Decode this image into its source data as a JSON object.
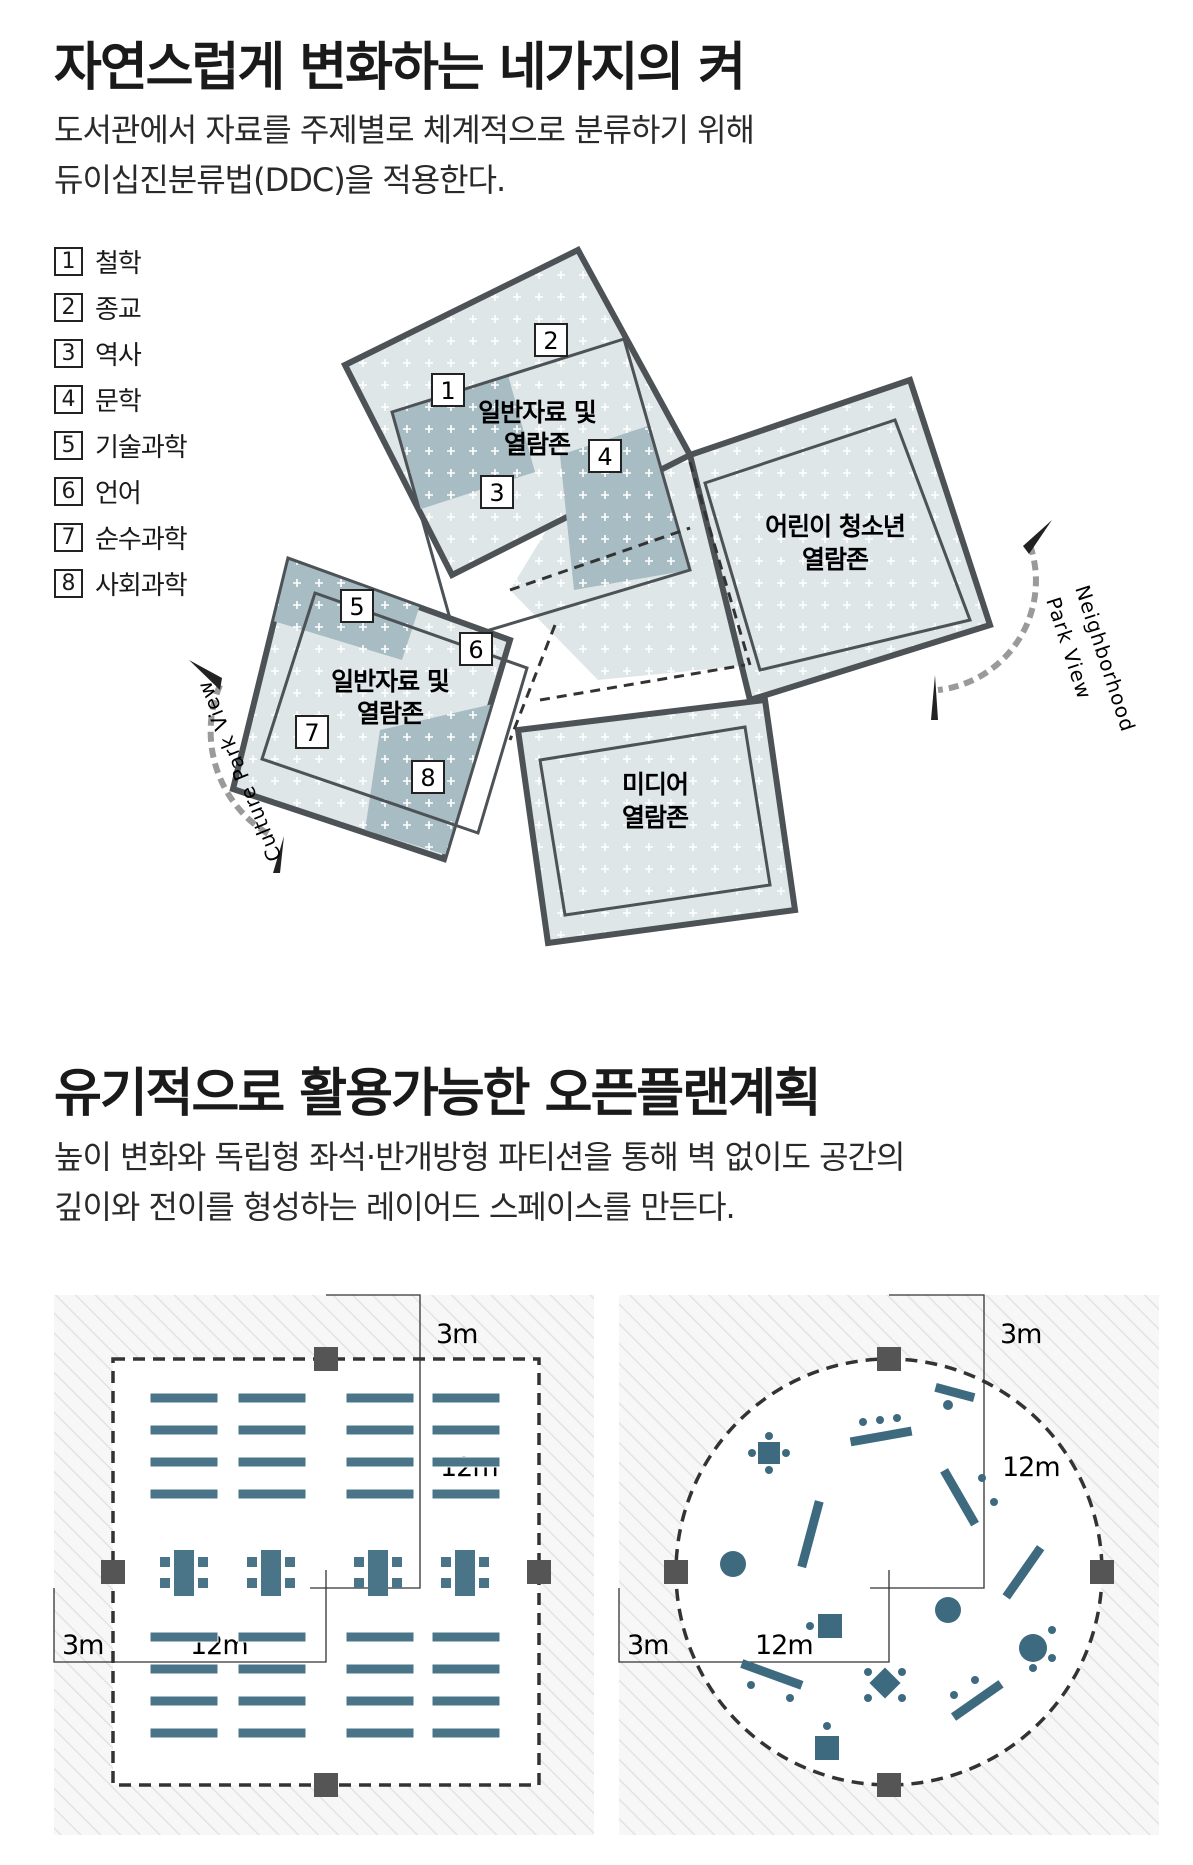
{
  "section1": {
    "title": "자연스럽게 변화하는 네가지의 켜",
    "desc": [
      "도서관에서 자료를 주제별로 체계적으로 분류하기 위해",
      "듀이십진분류법(DDC)을 적용한다."
    ]
  },
  "legend": [
    {
      "num": "1",
      "label": "철학"
    },
    {
      "num": "2",
      "label": "종교"
    },
    {
      "num": "3",
      "label": "역사"
    },
    {
      "num": "4",
      "label": "문학"
    },
    {
      "num": "5",
      "label": "기술과학"
    },
    {
      "num": "6",
      "label": "언어"
    },
    {
      "num": "7",
      "label": "순수과학"
    },
    {
      "num": "8",
      "label": "사회과학"
    }
  ],
  "zones": {
    "general_top": [
      "일반자료 및",
      "열람존"
    ],
    "children": [
      "어린이 청소년",
      "열람존"
    ],
    "general_left": [
      "일반자료 및",
      "열람존"
    ],
    "media": [
      "미디어",
      "열람존"
    ],
    "markers_top": [
      "1",
      "2",
      "3",
      "4"
    ],
    "markers_left": [
      "5",
      "6",
      "7",
      "8"
    ]
  },
  "views": {
    "culture": "Culture Park View",
    "neighborhood_1": "Neighborhood",
    "neighborhood_2": "Park View"
  },
  "section2": {
    "title": "유기적으로 활용가능한 오픈플랜계획",
    "desc": [
      "높이 변화와 독립형 좌석·반개방형 파티션을 통해 벽 없이도 공간의",
      "깊이와 전이를 형성하는 레이어드 스페이스를 만든다."
    ]
  },
  "plans": {
    "dim_3m": "3m",
    "dim_12m": "12m"
  },
  "colors": {
    "zone_light": "#dfe6e8",
    "zone_dark": "#a8bcc4",
    "wall": "#4d5256",
    "furniture": "#3e6a80",
    "column": "#555555",
    "hatch": "#e3e3e3"
  }
}
